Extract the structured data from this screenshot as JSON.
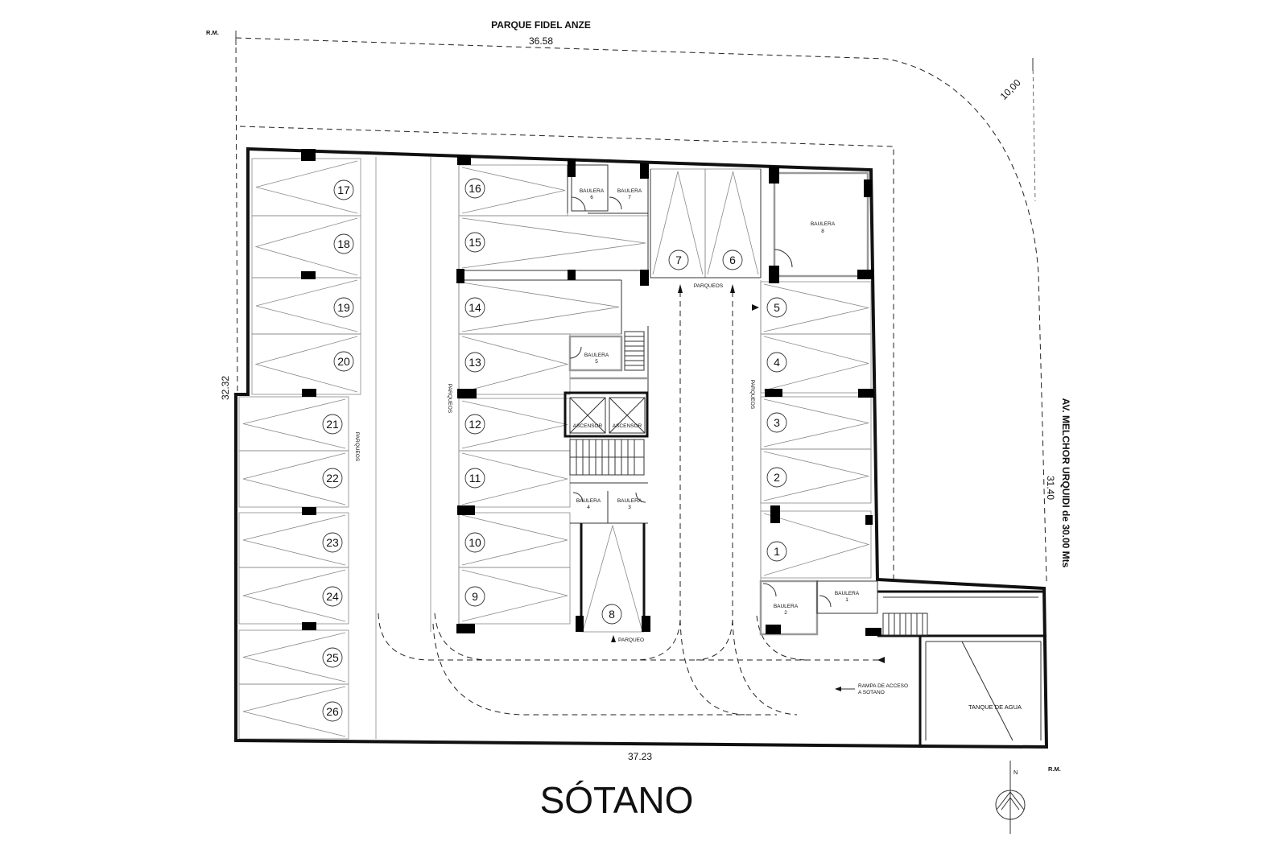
{
  "title": "SÓTANO",
  "site": {
    "top_street": "PARQUE FIDEL ANZE",
    "right_street": "AV. MELCHOR URQUIDI de 30.00 Mts",
    "reference_marks": [
      "R.M.",
      "R.M."
    ],
    "north_label": "N"
  },
  "dimensions": {
    "top": "36.58",
    "corner": "10,00",
    "left": "32.32",
    "right": "31.40",
    "bottom": "37.23"
  },
  "parking": {
    "spaces": [
      "1",
      "2",
      "3",
      "4",
      "5",
      "6",
      "7",
      "8",
      "9",
      "10",
      "11",
      "12",
      "13",
      "14",
      "15",
      "16",
      "17",
      "18",
      "19",
      "20",
      "21",
      "22",
      "23",
      "24",
      "25",
      "26"
    ],
    "aisle_labels": [
      "PARQUEOS",
      "PARQUEOS",
      "PARQUEOS",
      "PARQUEOS"
    ],
    "single_label": "PARQUEO"
  },
  "storage": [
    {
      "label": "BAULERA",
      "number": "1"
    },
    {
      "label": "BAULERA",
      "number": "2"
    },
    {
      "label": "BAULERA",
      "number": "3"
    },
    {
      "label": "BAULERA",
      "number": "4"
    },
    {
      "label": "BAULERA",
      "number": "5"
    },
    {
      "label": "BAULERA",
      "number": "6"
    },
    {
      "label": "BAULERA",
      "number": "7"
    },
    {
      "label": "BAULERA",
      "number": "8"
    }
  ],
  "elevators": [
    "ASCENSOR",
    "ASCENSOR"
  ],
  "ramp": {
    "line1": "RAMPA DE ACCESO",
    "line2": "A SOTANO"
  },
  "water_tank": "TANQUE DE AGUA",
  "colors": {
    "wall": "#111111",
    "line": "#333333",
    "guide": "#888888",
    "column": "#000000"
  }
}
